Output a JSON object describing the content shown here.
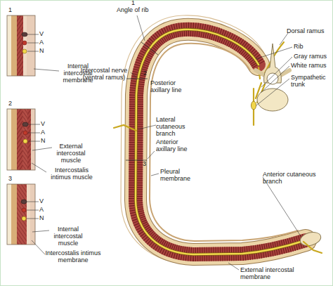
{
  "diagram": {
    "labels": [
      "1",
      "V",
      "A",
      "N",
      "Internal intercostal membrane",
      "2",
      "V",
      "A",
      "N",
      "External intercostal muscle",
      "Intercostalis intimus muscle",
      "3",
      "V",
      "A",
      "N",
      "Internal intercostal muscle",
      "Intercostalis intimus membrane",
      "1",
      "Angle of rib",
      "Dorsal ramus",
      "Rib",
      "Gray ramus",
      "White ramus",
      "Sympathetic trunk",
      "Intercostal nerve (ventral ramus)",
      "2",
      "Posterior axillary line",
      "Lateral cutaneous branch",
      "Anterior axillary line",
      "3",
      "Pleural membrane",
      "Anterior cutaneous branch",
      "External intercostal membrane"
    ]
  }
}
